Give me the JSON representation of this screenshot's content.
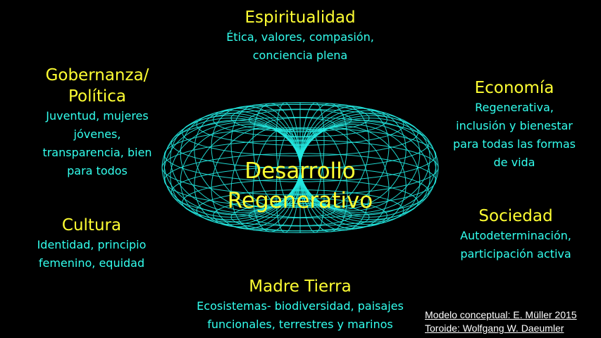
{
  "colors": {
    "background": "#000000",
    "heading": "#ffff33",
    "description": "#33ffee",
    "torus": "#22e8e0",
    "credits": "#ffffff"
  },
  "center": {
    "line1": "Desarrollo",
    "line2": "Regenerativo"
  },
  "domains": {
    "espiritualidad": {
      "title": "Espiritualidad",
      "desc": [
        "Ética, valores, compasión,",
        "conciencia plena"
      ]
    },
    "gobernanza": {
      "title": [
        "Gobernanza/",
        "Política"
      ],
      "desc": [
        "Juventud, mujeres",
        "jóvenes,",
        "transparencia, bien",
        "para todos"
      ]
    },
    "economia": {
      "title": "Economía",
      "desc": [
        "Regenerativa,",
        "inclusión y bienestar",
        "para todas las formas",
        "de vida"
      ]
    },
    "cultura": {
      "title": "Cultura",
      "desc": [
        "Identidad, principio",
        "femenino, equidad"
      ]
    },
    "sociedad": {
      "title": "Sociedad",
      "desc": [
        "Autodeterminación,",
        "participación activa"
      ]
    },
    "madre_tierra": {
      "title": "Madre Tierra",
      "desc": [
        "Ecosistemas- biodiversidad, paisajes",
        "funcionales, terrestres y marinos"
      ]
    }
  },
  "credits": {
    "line1": "Modelo conceptual: E. Müller 2015",
    "line2": "Toroide: Wolfgang W. Daeumler"
  },
  "torus_icon": "torus-wireframe-icon"
}
